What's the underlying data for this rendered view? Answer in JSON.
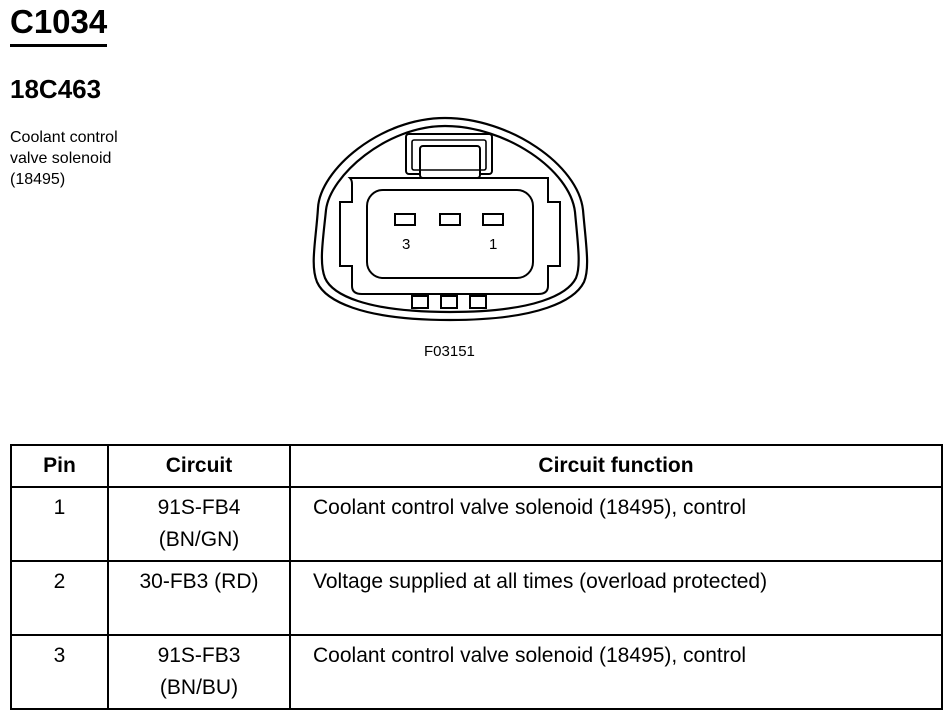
{
  "header": {
    "connector_id": "C1034",
    "part_number": "18C463"
  },
  "component": {
    "lines": [
      "Coolant control",
      "valve solenoid",
      "(18495)"
    ]
  },
  "diagram": {
    "pin_labels": {
      "left": "3",
      "right": "1"
    },
    "figure_id": "F03151"
  },
  "table": {
    "headers": {
      "pin": "Pin",
      "circuit": "Circuit",
      "function": "Circuit function"
    },
    "rows": [
      {
        "pin": "1",
        "circuit": [
          "91S-FB4",
          "(BN/GN)"
        ],
        "function": "Coolant control valve solenoid (18495), control"
      },
      {
        "pin": "2",
        "circuit": [
          "30-FB3 (RD)"
        ],
        "function": "Voltage supplied at all times (overload protected)"
      },
      {
        "pin": "3",
        "circuit": [
          "91S-FB3",
          "(BN/BU)"
        ],
        "function": "Coolant control valve solenoid (18495), control"
      }
    ]
  },
  "colors": {
    "ink": "#000000",
    "background": "#ffffff"
  }
}
